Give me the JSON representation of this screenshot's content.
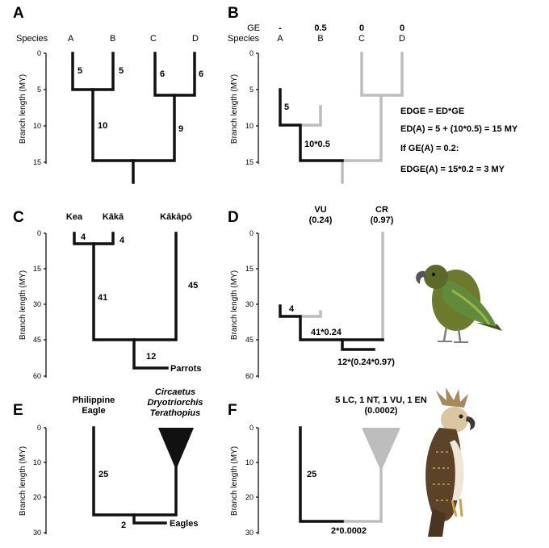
{
  "panels": {
    "A": {
      "letter": "A",
      "species_header": "Species",
      "species": [
        "A",
        "B",
        "C",
        "D"
      ],
      "branch_labels": [
        "5",
        "5",
        "6",
        "6",
        "10",
        "9"
      ],
      "y_axis_label": "Branch length (MY)",
      "ticks": [
        "0",
        "5",
        "10",
        "15"
      ]
    },
    "B": {
      "letter": "B",
      "ge_header": "GE",
      "ge_values": [
        "-",
        "0.5",
        "0",
        "0"
      ],
      "species_header": "Species",
      "species": [
        "A",
        "B",
        "C",
        "D"
      ],
      "branch_labels": [
        "5",
        "10*0.5"
      ],
      "y_axis_label": "Branch length (MY)",
      "ticks": [
        "0",
        "5",
        "10",
        "15"
      ],
      "equations": [
        "EDGE = ED*GE",
        "ED(A) = 5 + (10*0.5) = 15 MY",
        "If GE(A) = 0.2:",
        "EDGE(A) = 15*0.2 = 3 MY"
      ]
    },
    "C": {
      "letter": "C",
      "species": [
        "Kea",
        "Kākā",
        "Kākāpō"
      ],
      "branch_labels": [
        "4",
        "4",
        "41",
        "45",
        "12"
      ],
      "outgroup": "Parrots",
      "y_axis_label": "Branch length (MY)",
      "ticks": [
        "0",
        "15",
        "30",
        "45",
        "60"
      ]
    },
    "D": {
      "letter": "D",
      "status": [
        {
          "code": "VU",
          "value": "(0.24)"
        },
        {
          "code": "CR",
          "value": "(0.97)"
        }
      ],
      "branch_labels": [
        "4",
        "41*0.24",
        "12*(0.24*0.97)"
      ],
      "y_axis_label": "Branch length (MY)",
      "ticks": [
        "0",
        "15",
        "30",
        "45",
        "60"
      ],
      "illustration": "kea-parrot"
    },
    "E": {
      "letter": "E",
      "species_left": [
        "Philippine",
        "Eagle"
      ],
      "species_right": [
        "Circaetus",
        "Dryotriorchis",
        "Terathopius"
      ],
      "branch_labels": [
        "25",
        "2"
      ],
      "outgroup": "Eagles",
      "y_axis_label": "Branch length (MY)",
      "ticks": [
        "0",
        "10",
        "20",
        "30"
      ]
    },
    "F": {
      "letter": "F",
      "status_line": "5 LC, 1 NT, 1 VU, 1 EN",
      "status_value": "(0.0002)",
      "branch_labels": [
        "25",
        "2*0.0002"
      ],
      "y_axis_label": "Branch length (MY)",
      "ticks": [
        "0",
        "10",
        "20",
        "30"
      ],
      "illustration": "philippine-eagle"
    }
  },
  "colors": {
    "tree_black": "#111111",
    "tree_grey": "#bdbdbd",
    "kea_body": "#6b7a2c",
    "eagle_wing": "#5c4327"
  }
}
